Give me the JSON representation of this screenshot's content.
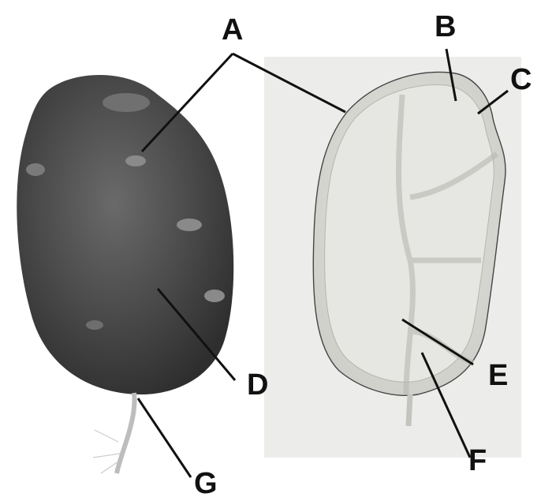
{
  "diagram": {
    "labels": {
      "A": "A",
      "B": "B",
      "C": "C",
      "D": "D",
      "E": "E",
      "F": "F",
      "G": "G"
    },
    "colors": {
      "tuber_dark": "#3a3a3a",
      "tuber_mid": "#555555",
      "section_bg": "#ececea",
      "section_fill": "#dadad6",
      "outline": "#444444",
      "leader": "#111111"
    }
  }
}
